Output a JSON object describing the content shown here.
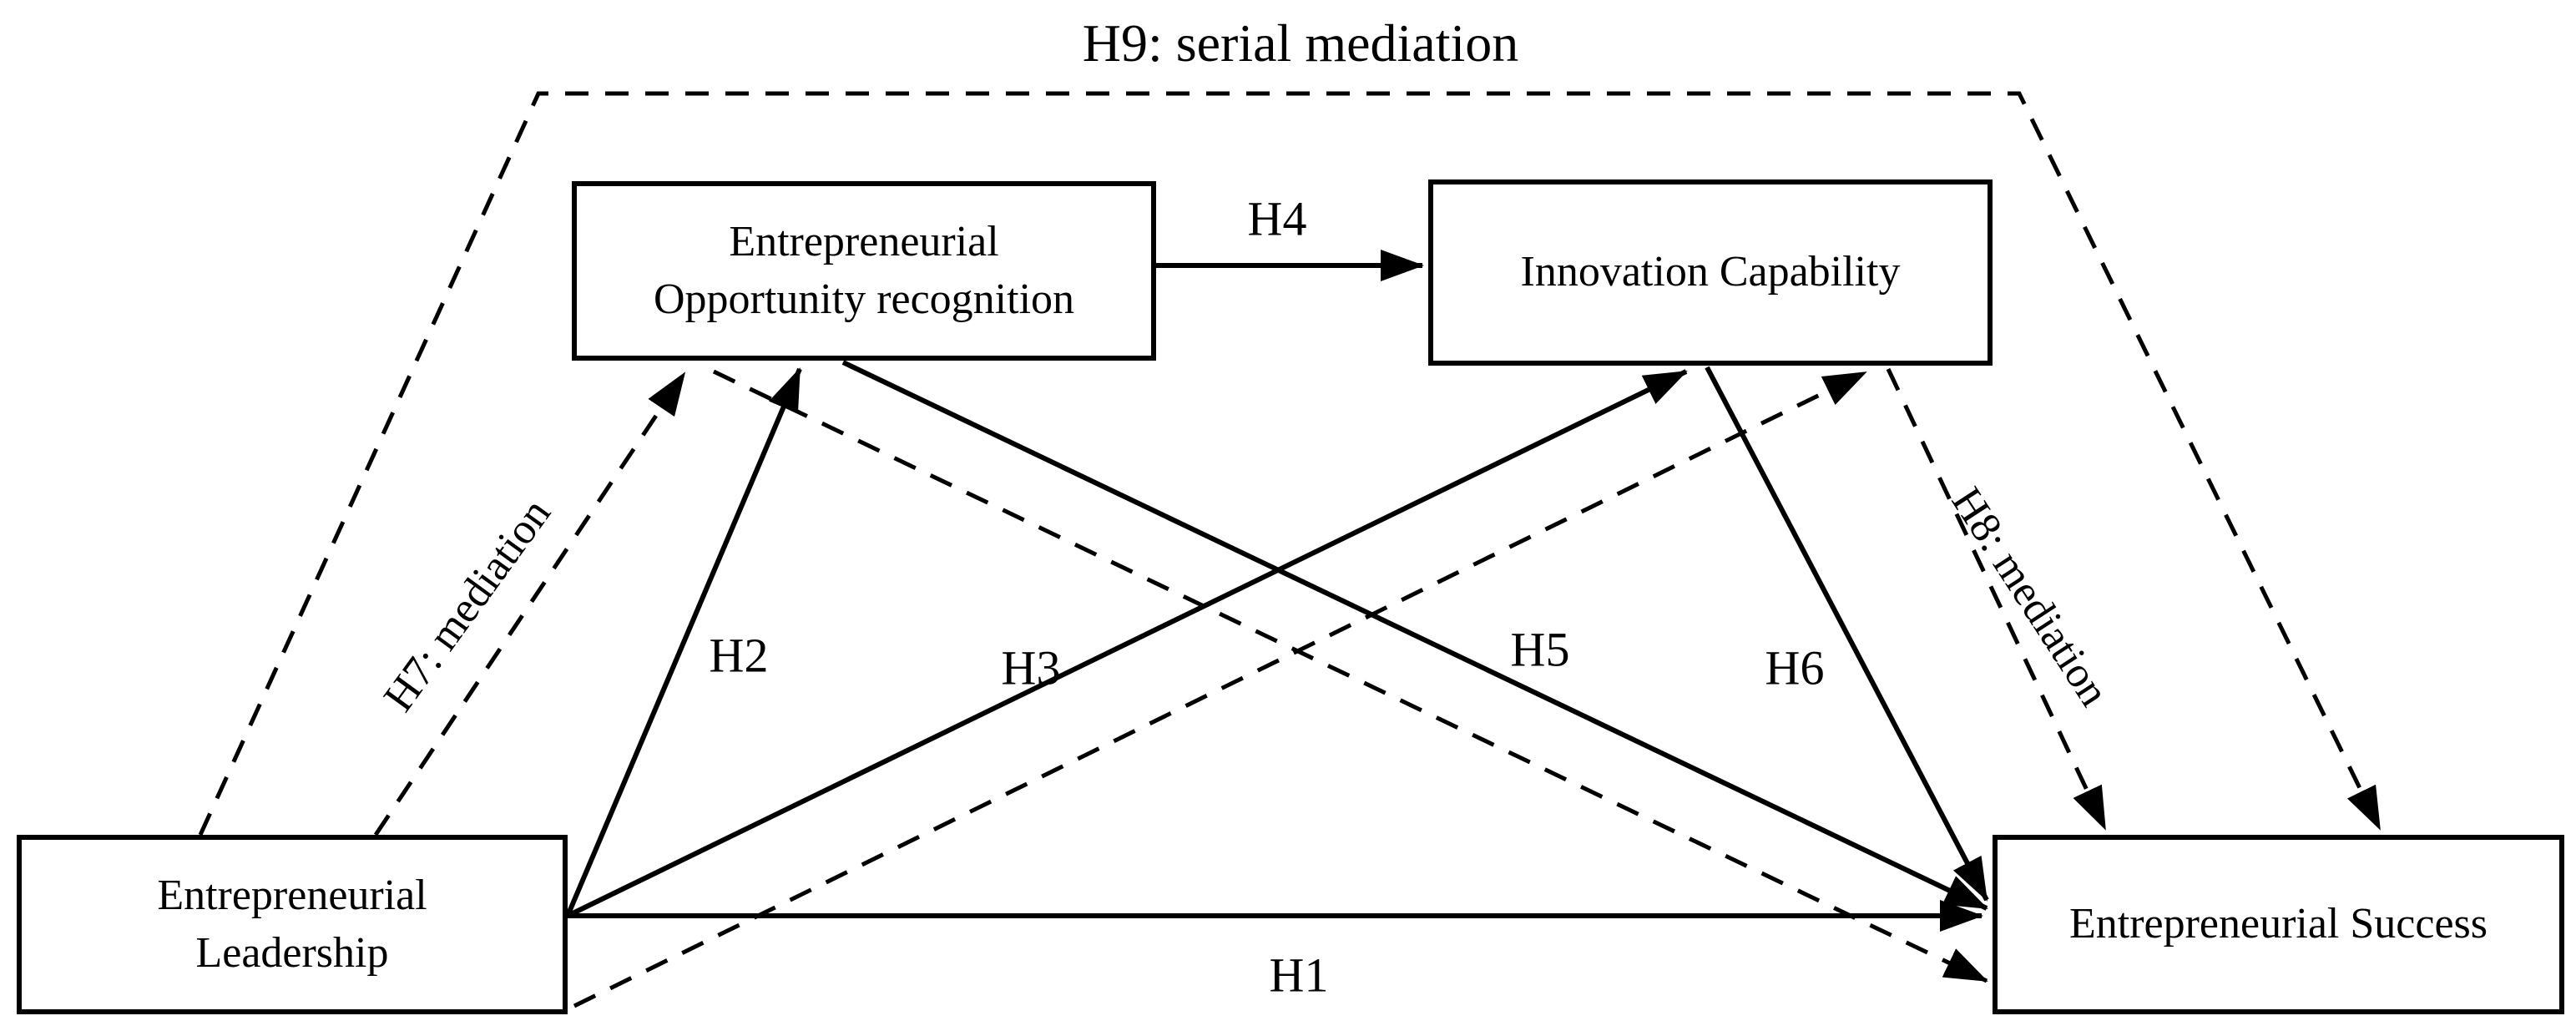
{
  "diagram": {
    "title": "H9: serial mediation",
    "boxes": [
      {
        "id": "entrepreneurial-leadership",
        "label_lines": [
          "Entrepreneurial",
          "Leadership"
        ]
      },
      {
        "id": "entrepreneurial-opportunity-recognition",
        "label_lines": [
          "Entrepreneurial",
          "Opportunity recognition"
        ]
      },
      {
        "id": "innovation-capability",
        "label_lines": [
          "Innovation Capability"
        ]
      },
      {
        "id": "entrepreneurial-success",
        "label_lines": [
          "Entrepreneurial Success"
        ]
      }
    ],
    "path_labels": {
      "h1": "H1",
      "h2": "H2",
      "h3": "H3",
      "h4": "H4",
      "h5": "H5",
      "h6": "H6",
      "h7": "H7: mediation",
      "h8": "H8: mediation",
      "h9": "H9: serial mediation"
    },
    "arrows": {
      "solid": [
        "H1: Leadership to Success",
        "H2: Leadership to Opportunity recognition",
        "H3: Leadership to Innovation Capability",
        "H4: Opportunity recognition to Innovation Capability",
        "H5: Opportunity recognition to Success",
        "H6: Innovation Capability to Success"
      ],
      "dashed": [
        "H7: Leadership via Opportunity recognition to Success",
        "H8: Leadership via Innovation Capability to Success",
        "H9: serial mediation Leadership via both mediators to Success"
      ]
    },
    "colors": {
      "line": "#000000",
      "text": "#000000",
      "background": "#ffffff"
    }
  }
}
